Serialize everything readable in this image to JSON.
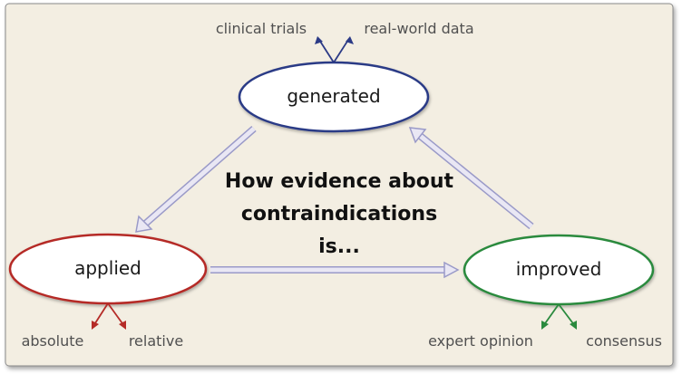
{
  "center_title": {
    "lines": [
      "How evidence about",
      "contraindications",
      "is..."
    ]
  },
  "nodes": {
    "generated": {
      "label": "generated",
      "color": "#2b3a86",
      "branches": [
        "clinical trials",
        "real-world data"
      ]
    },
    "applied": {
      "label": "applied",
      "color": "#b52b27",
      "branches": [
        "absolute",
        "relative"
      ]
    },
    "improved": {
      "label": "improved",
      "color": "#2a8a3e",
      "branches": [
        "expert opinion",
        "consensus"
      ]
    }
  },
  "colors": {
    "background": "#f3eee2",
    "border": "#8a8a8a",
    "connector_arrow": "#c8c8e6",
    "connector_arrow_edge": "#9a9ac8"
  }
}
